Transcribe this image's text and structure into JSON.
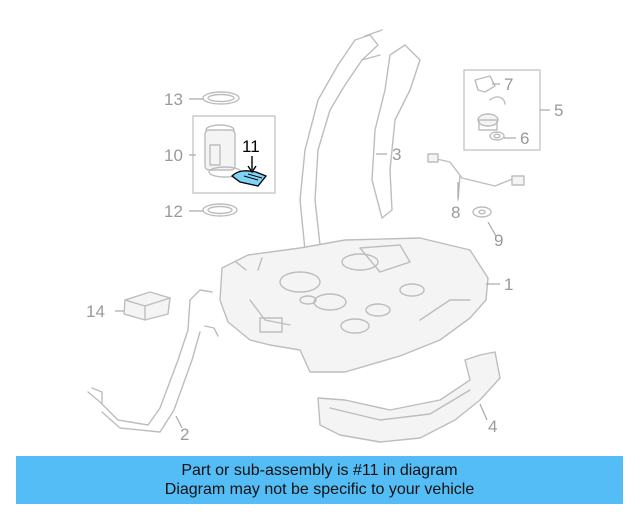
{
  "callouts": {
    "c1": "1",
    "c2": "2",
    "c3": "3",
    "c4": "4",
    "c5": "5",
    "c6": "6",
    "c7": "7",
    "c8": "8",
    "c9": "9",
    "c10": "10",
    "c11": "11",
    "c12": "12",
    "c13": "13",
    "c14": "14"
  },
  "highlighted_part": "11",
  "colors": {
    "banner": "#55bdf6",
    "highlight": "#7fd3f7",
    "line_art": "#bdbdbd"
  },
  "banner": {
    "line1": "Part or sub-assembly is #11 in diagram",
    "line2": "Diagram may not be specific to your vehicle"
  }
}
